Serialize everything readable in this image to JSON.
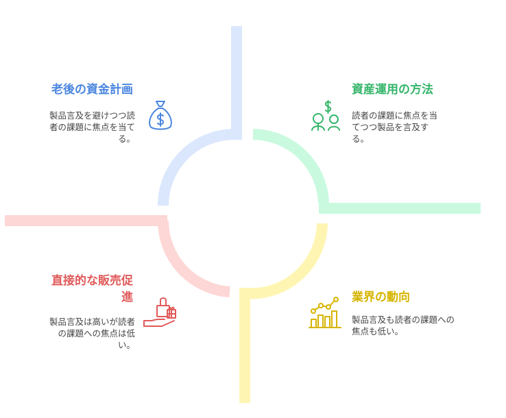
{
  "colors": {
    "blue": "#4a86e0",
    "green": "#35b56a",
    "red": "#e05a5a",
    "yellow": "#d6b400",
    "blue_light": "#dbe7fc",
    "green_light": "#c9fadf",
    "red_light": "#fdd7d5",
    "yellow_light": "#fff5b3"
  },
  "quadrants": [
    {
      "id": "top-left",
      "title": "老後の資金計画",
      "desc_lines": [
        "製品言及を避けつつ読",
        "者の課題に焦点を当て",
        "る。"
      ],
      "icon": "money-bag-icon"
    },
    {
      "id": "top-right",
      "title": "資産運用の方法",
      "desc_lines": [
        "読者の課題に焦点を当",
        "てつつ製品を言及す",
        "る。"
      ],
      "icon": "people-dollar-icon"
    },
    {
      "id": "bottom-left",
      "title_lines": [
        "直接的な販売促",
        "進"
      ],
      "desc_lines": [
        "製品言及は高いが読者",
        "の課題への焦点は低",
        "い。"
      ],
      "icon": "hand-gift-icon"
    },
    {
      "id": "bottom-right",
      "title": "業界の動向",
      "desc_lines": [
        "製品言及も読者の課題への",
        "焦点も低い。"
      ],
      "icon": "growth-chart-icon"
    }
  ]
}
